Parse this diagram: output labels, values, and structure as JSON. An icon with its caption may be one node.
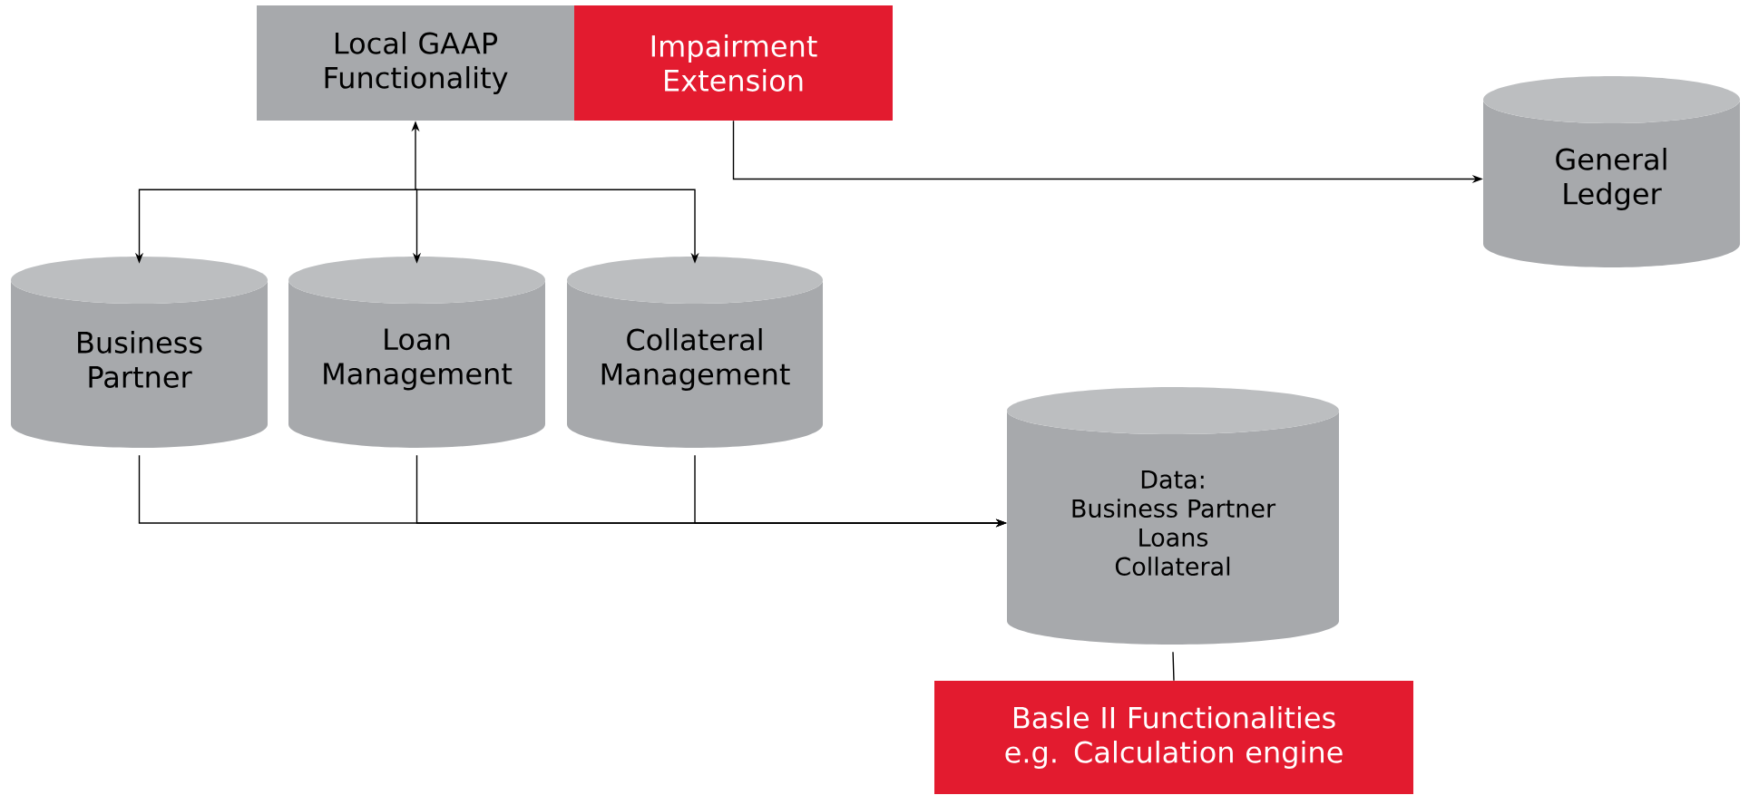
{
  "diagram": {
    "nodes": [
      {
        "text": [
          "Local GAAP Functionality"
        ]
      },
      {
        "text": [
          "Impairment Extension"
        ]
      },
      {
        "text": [
          "General Ledger"
        ]
      },
      {
        "text": [
          "Business Partner"
        ]
      },
      {
        "text": [
          "Loan Management"
        ]
      },
      {
        "text": [
          "Collateral Management"
        ]
      },
      {
        "text": [
          "Data:",
          "Business Partner",
          "Loans",
          "Collateral"
        ]
      },
      {
        "text": [
          "Basle II Functionalities",
          "e.g. Calculation engine"
        ]
      }
    ],
    "edges": [
      {
        "from": 0,
        "to": 3,
        "arrow": "both"
      },
      {
        "from": 0,
        "to": 4,
        "arrow": "both"
      },
      {
        "from": 0,
        "to": 5,
        "arrow": "both"
      },
      {
        "from": 1,
        "to": 2,
        "arrow": "to"
      },
      {
        "from": 3,
        "to": 6,
        "arrow": "to"
      },
      {
        "from": 4,
        "to": 6,
        "arrow": "to"
      },
      {
        "from": 5,
        "to": 6,
        "arrow": "to"
      },
      {
        "from": 6,
        "to": 7,
        "arrow": "none"
      }
    ]
  }
}
